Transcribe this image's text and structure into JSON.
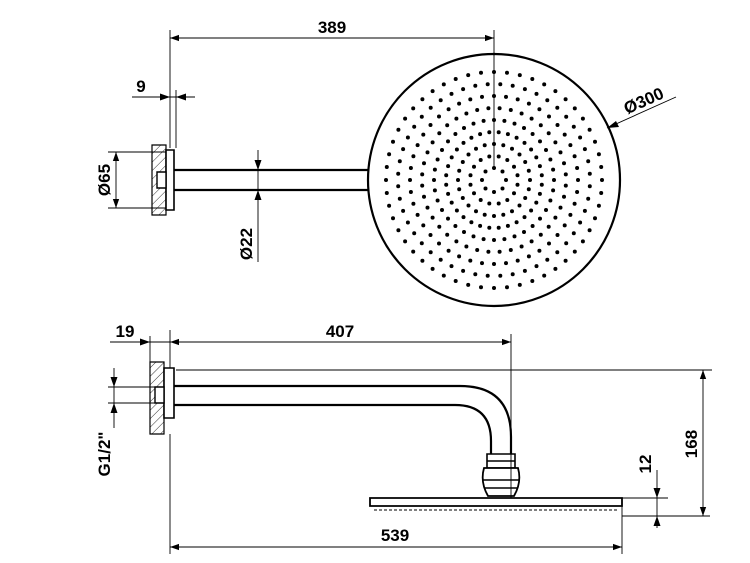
{
  "dimensions": {
    "arm_length_top": "389",
    "flange_thickness": "9",
    "head_diameter": "Ø300",
    "flange_diameter": "Ø65",
    "arm_diameter": "Ø22",
    "wall_depth": "19",
    "arm_length_side": "407",
    "thread": "G1/2\"",
    "head_thickness": "12",
    "total_height": "168",
    "total_length": "539"
  }
}
